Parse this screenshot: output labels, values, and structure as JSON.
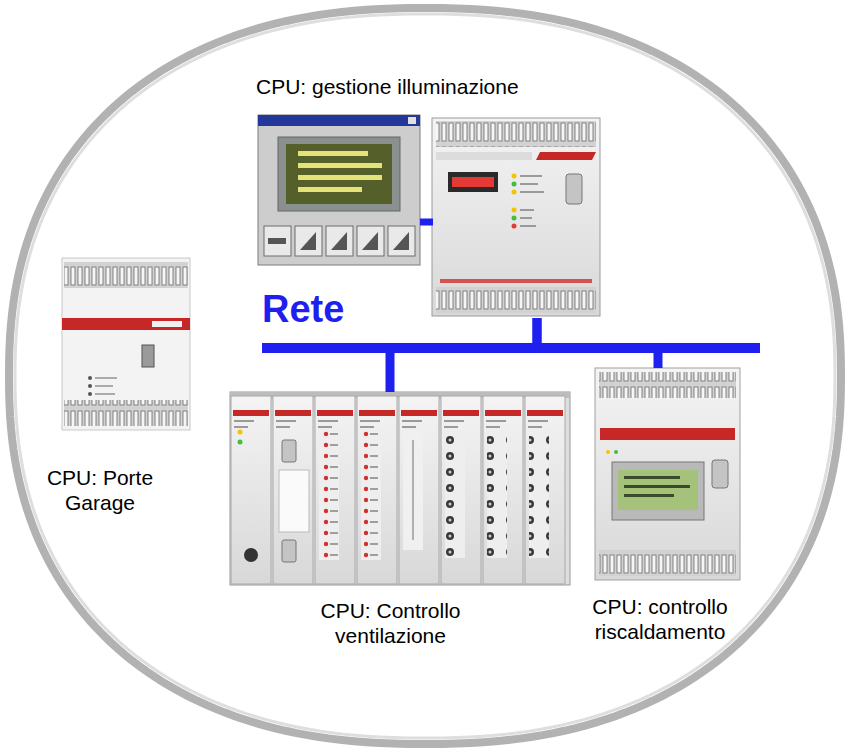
{
  "diagram": {
    "nodes": [
      {
        "text": [
          "CPU: gestione illuminazione"
        ]
      },
      {
        "text": [
          "CPU: Porte Garage"
        ]
      },
      {
        "text": [
          "CPU: Controllo ventilazione"
        ]
      },
      {
        "text": [
          "CPU: controllo riscaldamento"
        ]
      }
    ],
    "edges": [
      {
        "from": 0,
        "to": 2,
        "arrow": "none"
      },
      {
        "from": 0,
        "to": 3,
        "arrow": "none"
      }
    ],
    "labels": [
      "Rete"
    ]
  }
}
